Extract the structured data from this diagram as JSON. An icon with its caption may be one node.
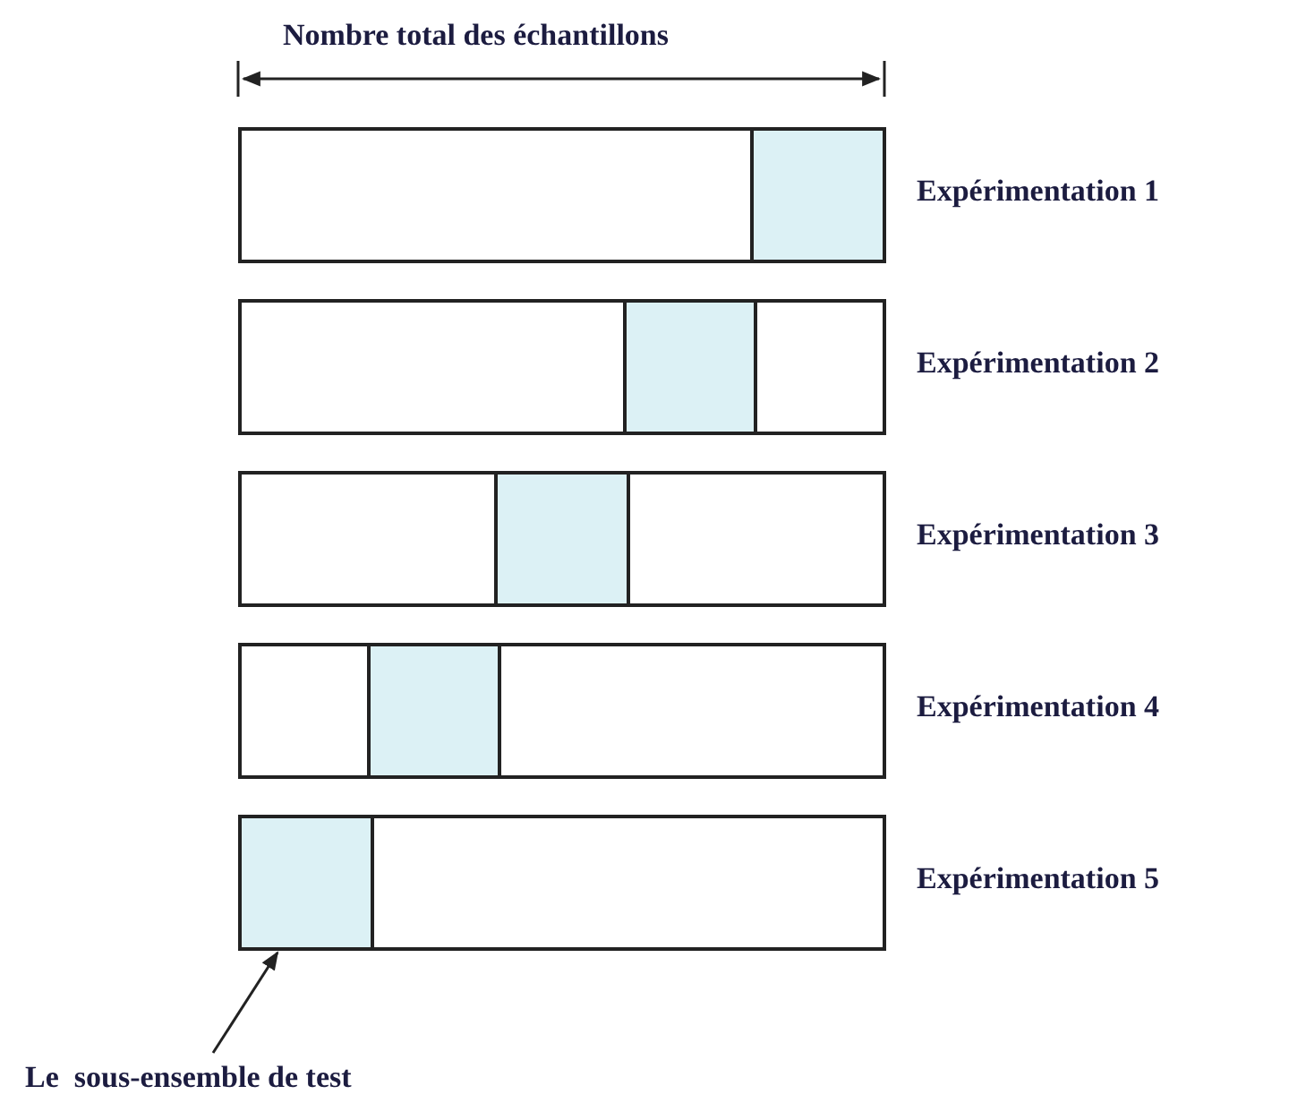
{
  "diagram": {
    "nodes": [
      {
        "text": [],
        "shape": "bar",
        "beside": [
          "Expérimentation 1"
        ]
      },
      {
        "text": [],
        "shape": "box",
        "in": 0
      },
      {
        "text": [],
        "shape": "bar",
        "beside": [
          "Expérimentation 2"
        ]
      },
      {
        "text": [],
        "shape": "box",
        "in": 2
      },
      {
        "text": [],
        "shape": "bar",
        "beside": [
          "Expérimentation 3"
        ]
      },
      {
        "text": [],
        "shape": "box",
        "in": 4
      },
      {
        "text": [],
        "shape": "bar",
        "beside": [
          "Expérimentation 4"
        ]
      },
      {
        "text": [],
        "shape": "box",
        "in": 6
      },
      {
        "text": [],
        "shape": "bar",
        "beside": [
          "Expérimentation 5"
        ]
      },
      {
        "text": [],
        "shape": "box",
        "in": 8
      },
      {
        "text": [
          "Le  sous-ensemble de test"
        ]
      }
    ],
    "edges": [
      {
        "from": 10,
        "to": 9,
        "arrow": "to"
      }
    ],
    "labels": [
      "Nombre total des échantillons"
    ]
  }
}
